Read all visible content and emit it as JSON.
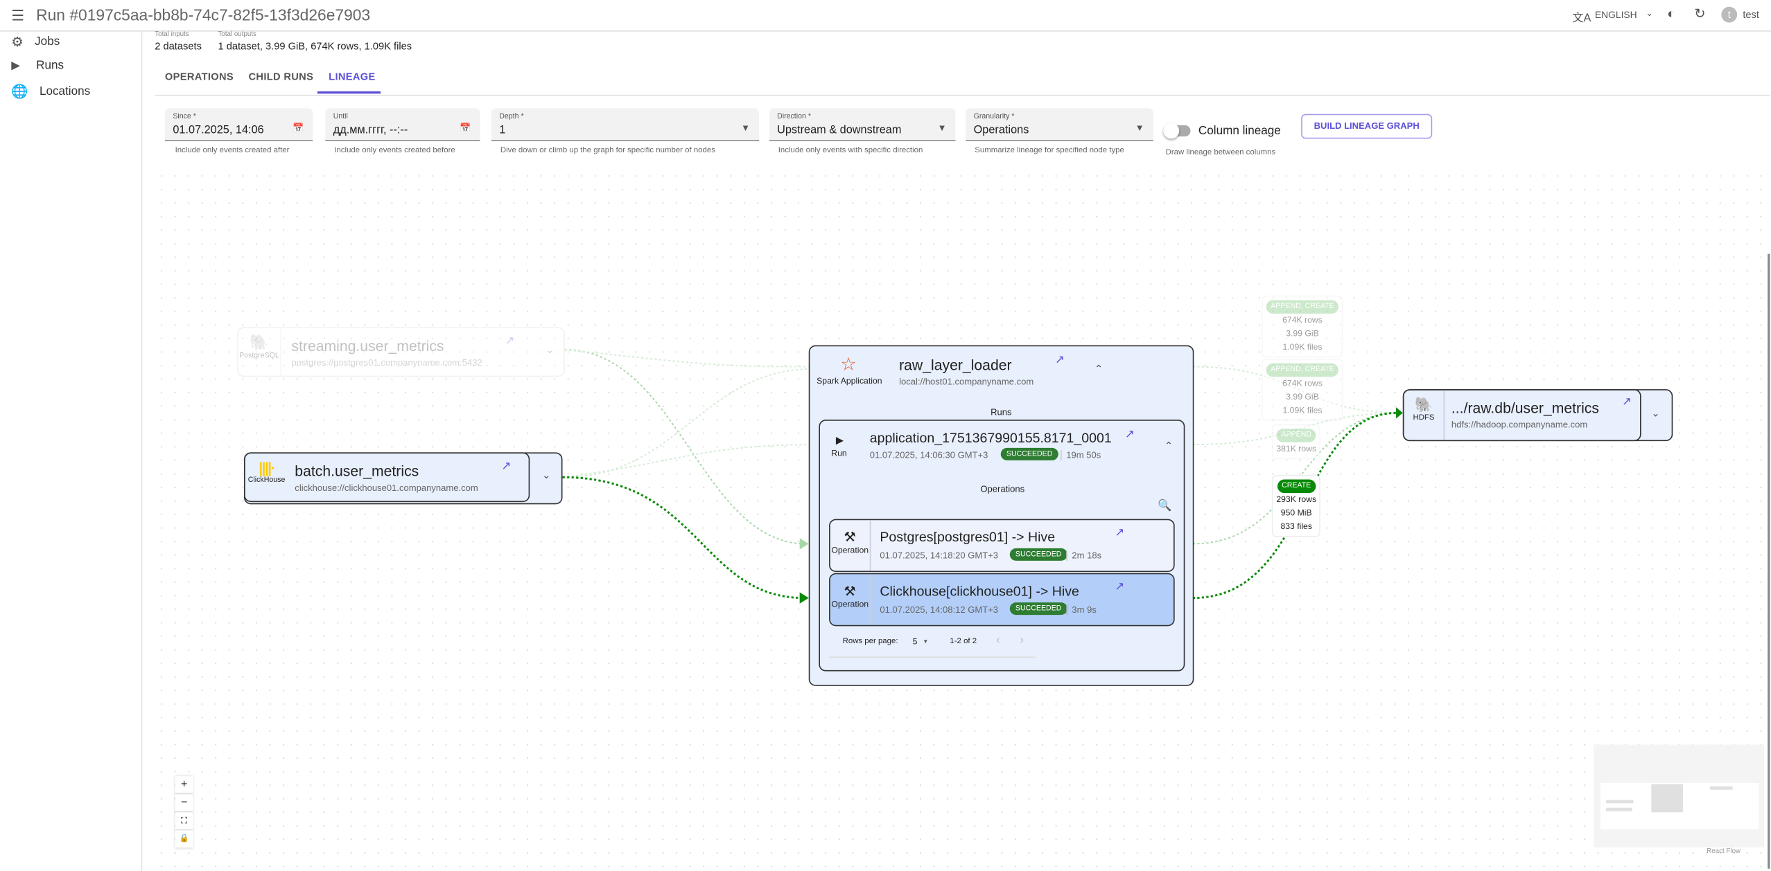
{
  "header": {
    "title": "Run #0197c5aa-bb8b-74c7-82f5-13f3d26e7903",
    "language": "ENGLISH",
    "user": "test",
    "avatar_letter": "t"
  },
  "sidebar": {
    "items": [
      {
        "label": "Jobs",
        "icon": "gear-icon"
      },
      {
        "label": "Runs",
        "icon": "play-icon"
      },
      {
        "label": "Locations",
        "icon": "globe-icon"
      }
    ]
  },
  "summary": {
    "inputs_label": "Total inputs",
    "outputs_label": "Total outputs",
    "inputs": "2 datasets",
    "outputs": "1 dataset, 3.99 GiB, 674K rows, 1.09K files"
  },
  "tabs": [
    {
      "label": "OPERATIONS"
    },
    {
      "label": "CHILD RUNS"
    },
    {
      "label": "LINEAGE",
      "active": true
    }
  ],
  "filters": {
    "since": {
      "label": "Since *",
      "value": "01.07.2025, 14:06",
      "help": "Include only events created after"
    },
    "until": {
      "label": "Until",
      "placeholder": "дд.мм.гггг, --:--",
      "help": "Include only events created before"
    },
    "depth": {
      "label": "Depth *",
      "value": "1",
      "help": "Dive down or climb up the graph for specific number of nodes"
    },
    "direction": {
      "label": "Direction *",
      "value": "Upstream & downstream",
      "help": "Include only events with specific direction"
    },
    "granularity": {
      "label": "Granularity *",
      "value": "Operations",
      "help": "Summarize lineage for specified node type"
    },
    "column_lineage": {
      "label": "Column lineage",
      "checked": false,
      "help": "Draw lineage between columns"
    },
    "build_button": "BUILD LINEAGE GRAPH"
  },
  "graph": {
    "datasets": [
      {
        "type": "PostgreSQL",
        "name": "streaming.user_metrics",
        "location": "postgres://postgres01.companyname.com:5432",
        "faded": true
      },
      {
        "type": "ClickHouse",
        "name": "batch.user_metrics",
        "location": "clickhouse://clickhouse01.companyname.com"
      },
      {
        "type": "HDFS",
        "name": ".../raw.db/user_metrics",
        "location": "hdfs://hadoop.companyname.com"
      }
    ],
    "job": {
      "type": "Spark Application",
      "name": "raw_layer_loader",
      "location": "local://host01.companyname.com",
      "runs_label": "Runs",
      "run": {
        "type": "Run",
        "name": "application_1751367990155.8171_0001",
        "started": "01.07.2025, 14:06:30 GMT+3",
        "status": "SUCCEEDED",
        "duration": "19m 50s",
        "operations_label": "Operations",
        "operations": [
          {
            "type": "Operation",
            "name": "Postgres[postgres01] -> Hive",
            "started": "01.07.2025, 14:18:20 GMT+3",
            "status": "SUCCEEDED",
            "duration": "2m 18s"
          },
          {
            "type": "Operation",
            "name": "Clickhouse[clickhouse01] -> Hive",
            "started": "01.07.2025, 14:08:12 GMT+3",
            "status": "SUCCEEDED",
            "duration": "3m 9s",
            "selected": true
          }
        ],
        "pagination": {
          "rows_per_page_label": "Rows per page:",
          "rows_per_page": "5",
          "range": "1-2 of 2"
        }
      }
    },
    "edge_labels": [
      {
        "type": "APPEND, CREATE",
        "rows": "674K rows",
        "size": "3.99 GiB",
        "files": "1.09K files",
        "faded": true
      },
      {
        "type": "APPEND, CREATE",
        "rows": "674K rows",
        "size": "3.99 GiB",
        "files": "1.09K files",
        "faded": true
      },
      {
        "type": "APPEND",
        "rows": "381K rows",
        "faded": true
      },
      {
        "type": "CREATE",
        "rows": "293K rows",
        "size": "950 MiB",
        "files": "833 files"
      }
    ],
    "attribution": "React Flow"
  },
  "colors": {
    "accent": "#5b4fd6",
    "success": "#2e7d32",
    "edge_active": "#078a07",
    "edge_faded": "#a8d8a8",
    "node_bg": "#e8effd",
    "selected_bg": "#b3cff9"
  }
}
